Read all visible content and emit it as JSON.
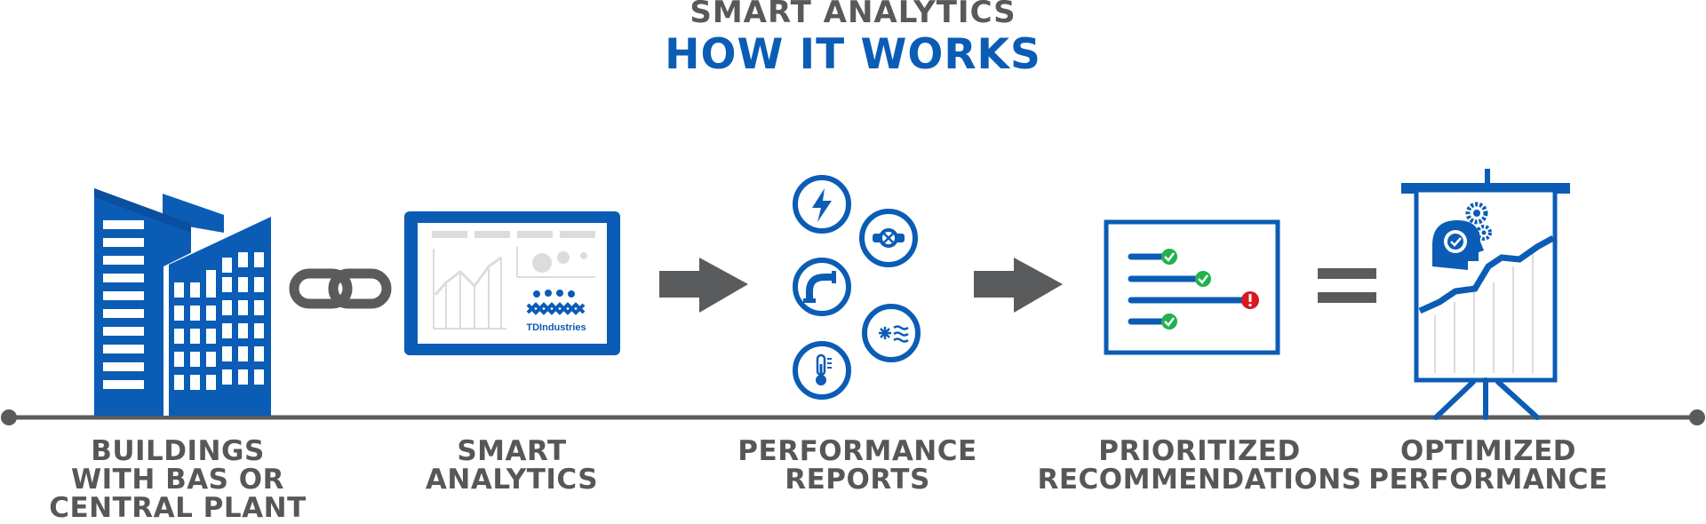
{
  "header": {
    "eyebrow": "SMART ANALYTICS",
    "title": "HOW IT WORKS"
  },
  "colors": {
    "blue": "#0b5cb5",
    "dark_blue": "#0a4fa0",
    "gray": "#5a5b5d",
    "light_gray": "#dcdcdc",
    "green": "#22b24c",
    "red": "#d71920"
  },
  "steps": [
    {
      "icon": "building-icon",
      "lines": [
        "BUILDINGS",
        "WITH BAS OR",
        "CENTRAL PLANT"
      ]
    },
    {
      "icon": "dashboard-monitor-icon",
      "lines": [
        "SMART",
        "ANALYTICS"
      ]
    },
    {
      "icon": "report-circles-icon",
      "lines": [
        "PERFORMANCE",
        "REPORTS"
      ]
    },
    {
      "icon": "checklist-icon",
      "lines": [
        "PRIORITIZED",
        "RECOMMENDATIONS"
      ]
    },
    {
      "icon": "presentation-board-icon",
      "lines": [
        "OPTIMIZED",
        "PERFORMANCE"
      ]
    }
  ],
  "connectors": [
    "link-icon",
    "arrow-icon",
    "arrow-icon",
    "equals-icon"
  ],
  "monitor": {
    "logo_text": "TDIndustries"
  }
}
